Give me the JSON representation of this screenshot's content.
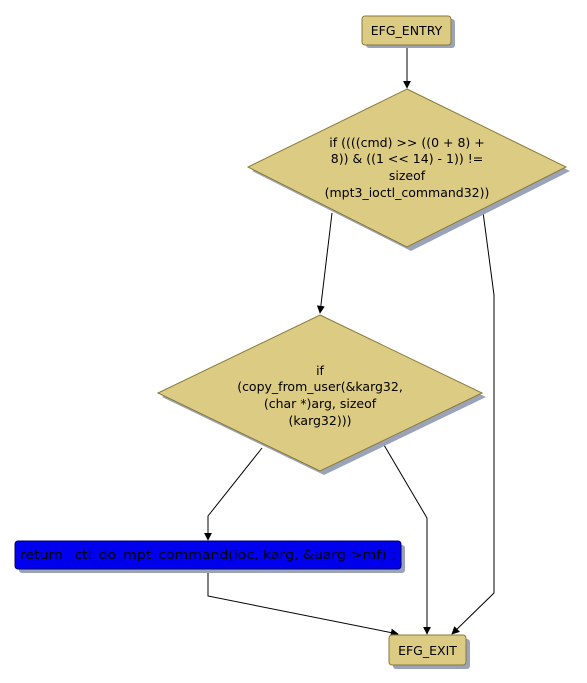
{
  "colors": {
    "node_fill": "#dccb83",
    "node_border": "#8a7a3a",
    "shadow": "#9aa3b8",
    "return_fill": "#0000ee",
    "return_border": "#000066",
    "edge": "#000000"
  },
  "nodes": {
    "entry": {
      "label": "EFG_ENTRY"
    },
    "cond1": {
      "line1": "if ((((cmd) >> ((0 + 8) +",
      "line2": "8)) & ((1 << 14) - 1)) !=",
      "line3": "sizeof",
      "line4": "(mpt3_ioctl_command32))"
    },
    "cond2": {
      "line1": "if",
      "line2": "(copy_from_user(&karg32,",
      "line3": "(char *)arg, sizeof",
      "line4": "(karg32)))"
    },
    "return_stmt": {
      "label": "return _ctl_do_mpt_command(ioc, karg, &uarg->mf) ;"
    },
    "exit": {
      "label": "EFG_EXIT"
    }
  }
}
